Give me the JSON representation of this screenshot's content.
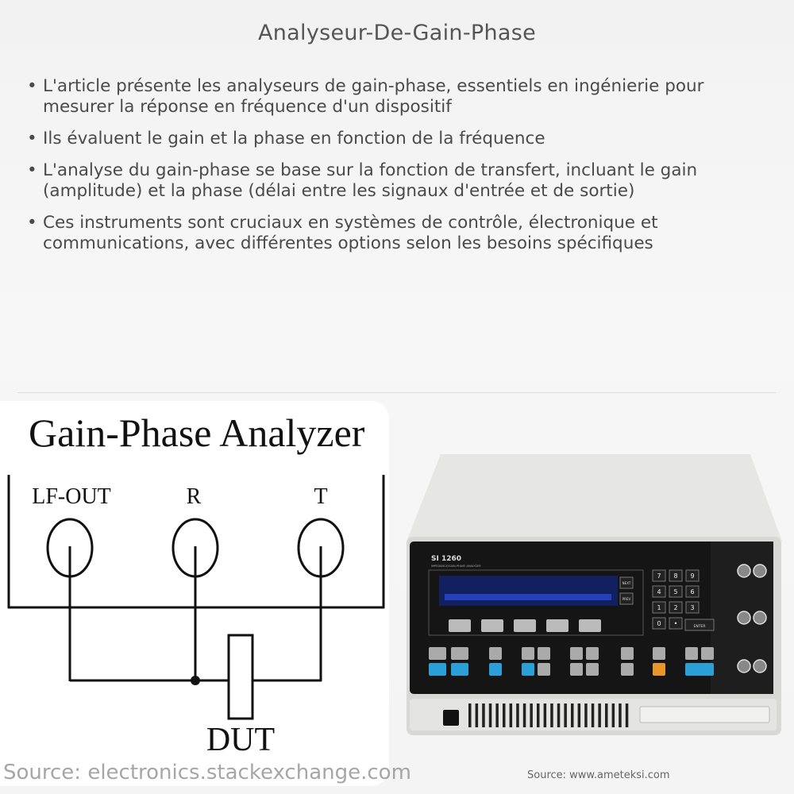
{
  "title": "Analyseur-De-Gain-Phase",
  "bullets": [
    "L'article présente les analyseurs de gain-phase, essentiels en ingénierie pour mesurer la réponse en fréquence d'un dispositif",
    "Ils évaluent le gain et la phase en fonction de la fréquence",
    "L'analyse du gain-phase se base sur la fonction de transfert, incluant le gain (amplitude) et la phase (délai entre les signaux d'entrée et de sortie)",
    "Ces instruments sont cruciaux en systèmes de contrôle, électronique et communications, avec différentes options selon les besoins spécifiques"
  ],
  "diagram": {
    "title": "Gain-Phase Analyzer",
    "labels": {
      "lf_out": "LF-OUT",
      "r": "R",
      "t": "T",
      "dut": "DUT"
    },
    "source": "Source: electronics.stackexchange.com"
  },
  "instrument": {
    "model": "SI 1260",
    "subtitle": "IMPEDANCE/GAIN-PHASE ANALYZER",
    "keys": [
      "7",
      "8",
      "9",
      "4",
      "5",
      "6",
      "1",
      "2",
      "3",
      "0",
      "•"
    ],
    "enter": "ENTER",
    "next": "NEXT",
    "prev": "PREV",
    "accent_blue": "#2a9fd8",
    "accent_orange": "#e8962a",
    "display_color": "#1a3aa8",
    "source": "Source: www.ameteksi.com"
  }
}
